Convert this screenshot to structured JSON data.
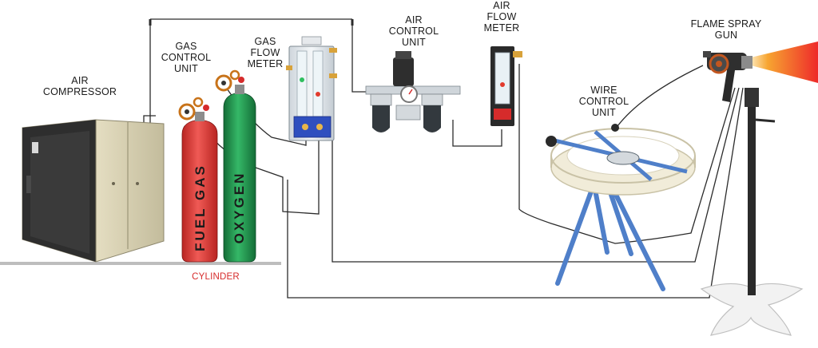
{
  "labels": {
    "air_compressor": "AIR\nCOMPRESSOR",
    "gas_control_unit": "GAS\nCONTROL\nUNIT",
    "gas_flow_meter": "GAS\nFLOW\nMETER",
    "air_control_unit": "AIR\nCONTROL\nUNIT",
    "air_flow_meter": "AIR\nFLOW\nMETER",
    "wire_control_unit": "WIRE\nCONTROL\nUNIT",
    "flame_spray_gun": "FLAME SPRAY\nGUN",
    "cylinder": "CYLINDER",
    "fuel_gas": "FUEL GAS",
    "oxygen": "OXYGEN"
  },
  "colors": {
    "fuel_gas_cylinder": "#e43d3a",
    "oxygen_cylinder": "#1f9a4f",
    "compressor_body": "#ddd6b8",
    "compressor_panel": "#2b2b2b",
    "stand_blue": "#4f7fc9",
    "spool_cream": "#f1ecd9",
    "flame_red": "#ee2a2a",
    "flame_orange": "#f7a531",
    "cylinder_label": "#d62b2b",
    "pipe": "#2b2b2b"
  }
}
